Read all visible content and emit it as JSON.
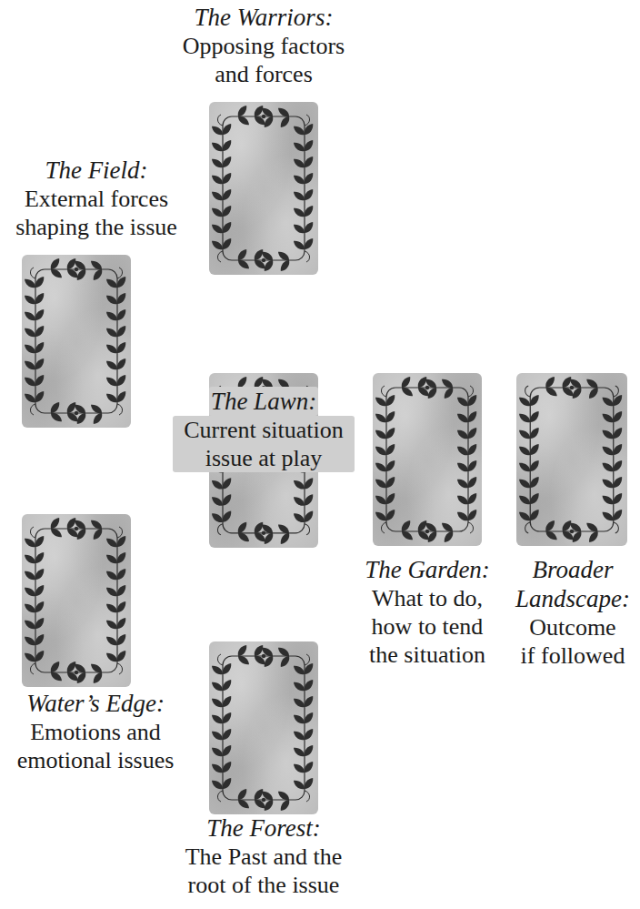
{
  "diagram": {
    "nodes": [
      {
        "text": [
          "The Warriors:",
          "Opposing factors and forces"
        ]
      },
      {
        "text": [
          "The Field:",
          "External forces shaping the issue"
        ]
      },
      {
        "text": [
          "The Lawn:",
          "Current situation issue at play"
        ]
      },
      {
        "text": [
          "The Garden:",
          "What to do, how to tend the situation"
        ]
      },
      {
        "text": [
          "Broader Landscape:",
          "Outcome if followed"
        ]
      },
      {
        "text": [
          "Water’s Edge:",
          "Emotions and emotional issues"
        ]
      },
      {
        "text": [
          "The Forest:",
          "The Past and the root of the issue"
        ]
      }
    ]
  }
}
